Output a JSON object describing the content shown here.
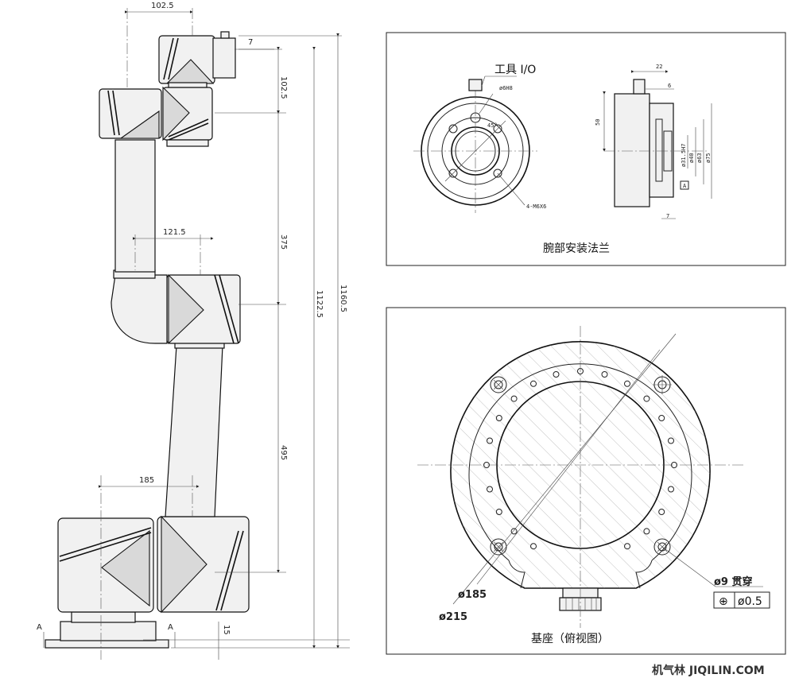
{
  "arm": {
    "dims": {
      "d1": "102.5",
      "d2": "7",
      "d3": "102.5",
      "d4": "375",
      "d5": "121.5",
      "d6": "1122.5",
      "d7": "1160.5",
      "d8": "495",
      "d9": "185",
      "d10": "15"
    },
    "section_mark": "A"
  },
  "wrist_panel": {
    "title": "腕部安装法兰",
    "tool_io": "工具 I/O",
    "labels": {
      "phi6": "ø6H8",
      "angle": "45°",
      "bolts": "4-M6X6",
      "d22": "22",
      "d6": "6",
      "d50": "50",
      "d7": "7",
      "phi31": "ø31.5H7",
      "phi40": "ø40",
      "phi63": "ø63",
      "phi75": "ø75",
      "datum": "A"
    }
  },
  "base_panel": {
    "title": "基座（俯视图）",
    "phi185": "ø185",
    "phi215": "ø215",
    "hole_note": "ø9 贯穿",
    "tol_symbol": "⊕",
    "tol_value": "ø0.5"
  },
  "watermark": "机气林  JIQILIN.COM"
}
